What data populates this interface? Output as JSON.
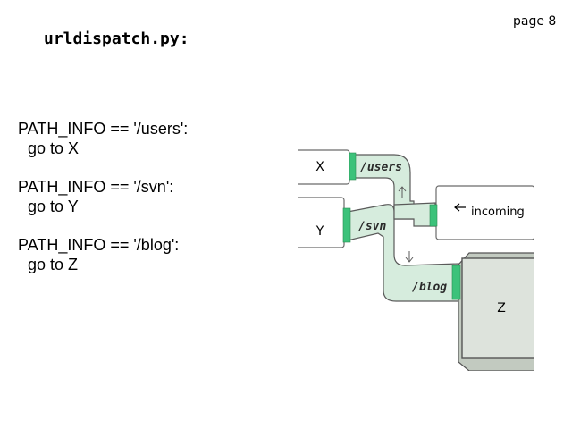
{
  "page": {
    "number_label": "page 8"
  },
  "slide": {
    "title": "urldispatch.py:",
    "rules": [
      {
        "condition": "PATH_INFO == '/users':",
        "action": "go to X"
      },
      {
        "condition": "PATH_INFO == '/svn':",
        "action": "go to Y"
      },
      {
        "condition": "PATH_INFO == '/blog':",
        "action": "go to Z"
      }
    ]
  },
  "diagram": {
    "apps": {
      "x": "X",
      "y": "Y",
      "z": "Z"
    },
    "pipes": {
      "users": "/users",
      "svn": "/svn",
      "blog": "/blog"
    },
    "incoming_label": "incoming",
    "colors": {
      "pipe_fill": "#d6ecdd",
      "connector": "#3cc27a",
      "sketch_line": "#5a5a5a",
      "z_box_fill": "#dde3dc"
    }
  }
}
